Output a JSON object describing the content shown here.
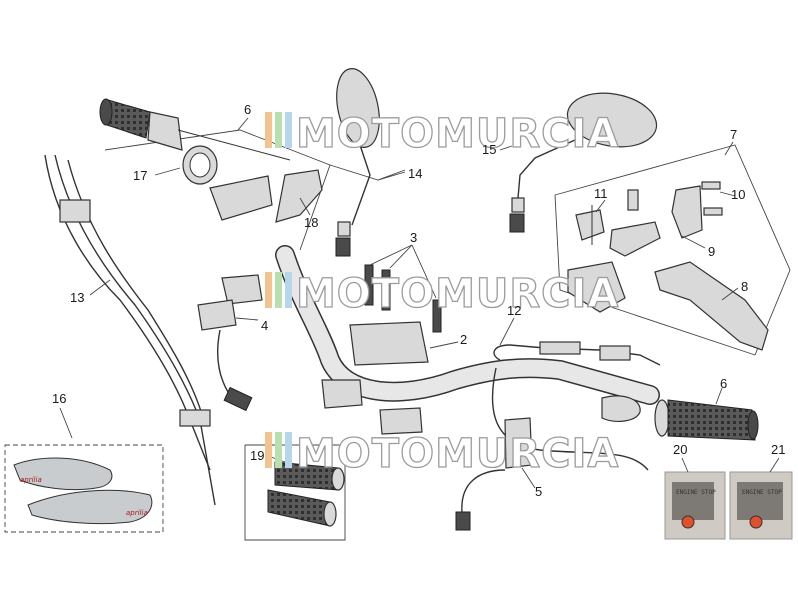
{
  "diagram": {
    "callouts": [
      {
        "id": "c6a",
        "text": "6"
      },
      {
        "id": "c6b",
        "text": "6"
      },
      {
        "id": "c17",
        "text": "17"
      },
      {
        "id": "c18",
        "text": "18"
      },
      {
        "id": "c14",
        "text": "14"
      },
      {
        "id": "c15",
        "text": "15"
      },
      {
        "id": "c7",
        "text": "7"
      },
      {
        "id": "c11",
        "text": "11"
      },
      {
        "id": "c10",
        "text": "10"
      },
      {
        "id": "c9",
        "text": "9"
      },
      {
        "id": "c8",
        "text": "8"
      },
      {
        "id": "c3",
        "text": "3"
      },
      {
        "id": "c2",
        "text": "2"
      },
      {
        "id": "c12",
        "text": "12"
      },
      {
        "id": "c13",
        "text": "13"
      },
      {
        "id": "c4",
        "text": "4"
      },
      {
        "id": "c16",
        "text": "16"
      },
      {
        "id": "c19",
        "text": "19"
      },
      {
        "id": "c5",
        "text": "5"
      },
      {
        "id": "c20",
        "text": "20"
      },
      {
        "id": "c21",
        "text": "21"
      }
    ],
    "watermark": "MOTOMURCIA",
    "handguard_logo": "aprilia",
    "photo_labels": {
      "left": "ENGINE STOP",
      "right": "ENGINE STOP"
    }
  },
  "colors": {
    "watermark_stripes": [
      "#f2c38f",
      "#b9dfb0",
      "#b7d6ea"
    ],
    "kill_switch": "#e0502b",
    "photo_bg": "#cfcac3"
  }
}
